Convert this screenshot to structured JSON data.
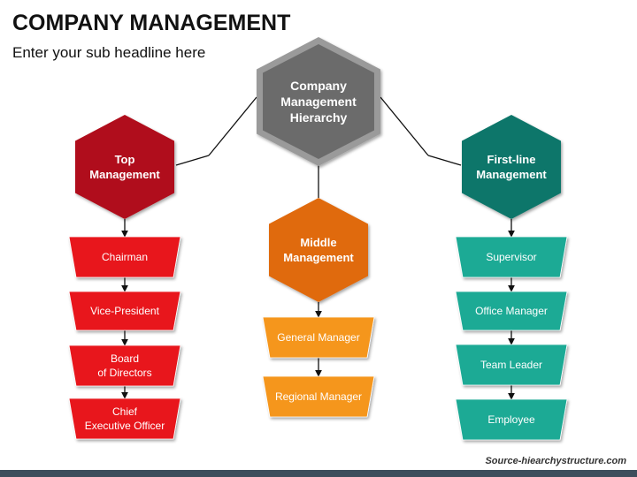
{
  "header": {
    "title": "COMPANY MANAGEMENT",
    "subtitle": "Enter your sub headline here"
  },
  "footer": {
    "source": "Source-hiearchystructure.com"
  },
  "diagram": {
    "root": {
      "lines": [
        "Company",
        "Management",
        "Hierarchy"
      ]
    },
    "branches": [
      {
        "lines": [
          "Top",
          "Management"
        ],
        "items": [
          {
            "lines": [
              "Chairman"
            ]
          },
          {
            "lines": [
              "Vice-President"
            ]
          },
          {
            "lines": [
              "Board",
              "of Directors"
            ]
          },
          {
            "lines": [
              "Chief",
              "Executive Officer"
            ]
          }
        ]
      },
      {
        "lines": [
          "Middle",
          "Management"
        ],
        "items": [
          {
            "lines": [
              "General Manager"
            ]
          },
          {
            "lines": [
              "Regional Manager"
            ]
          }
        ]
      },
      {
        "lines": [
          "First-line",
          "Management"
        ],
        "items": [
          {
            "lines": [
              "Supervisor"
            ]
          },
          {
            "lines": [
              "Office Manager"
            ]
          },
          {
            "lines": [
              "Team Leader"
            ]
          },
          {
            "lines": [
              "Employee"
            ]
          }
        ]
      }
    ]
  },
  "colors": {
    "root_fill": "#6b6b6b",
    "root_border": "#9a9a9a",
    "top_hex": "#b0101a",
    "top_box": "#e8141c",
    "middle_hex": "#e06a10",
    "middle_box": "#f5961e",
    "first_hex": "#10766a",
    "first_box": "#1faa95",
    "connector": "#111111"
  }
}
